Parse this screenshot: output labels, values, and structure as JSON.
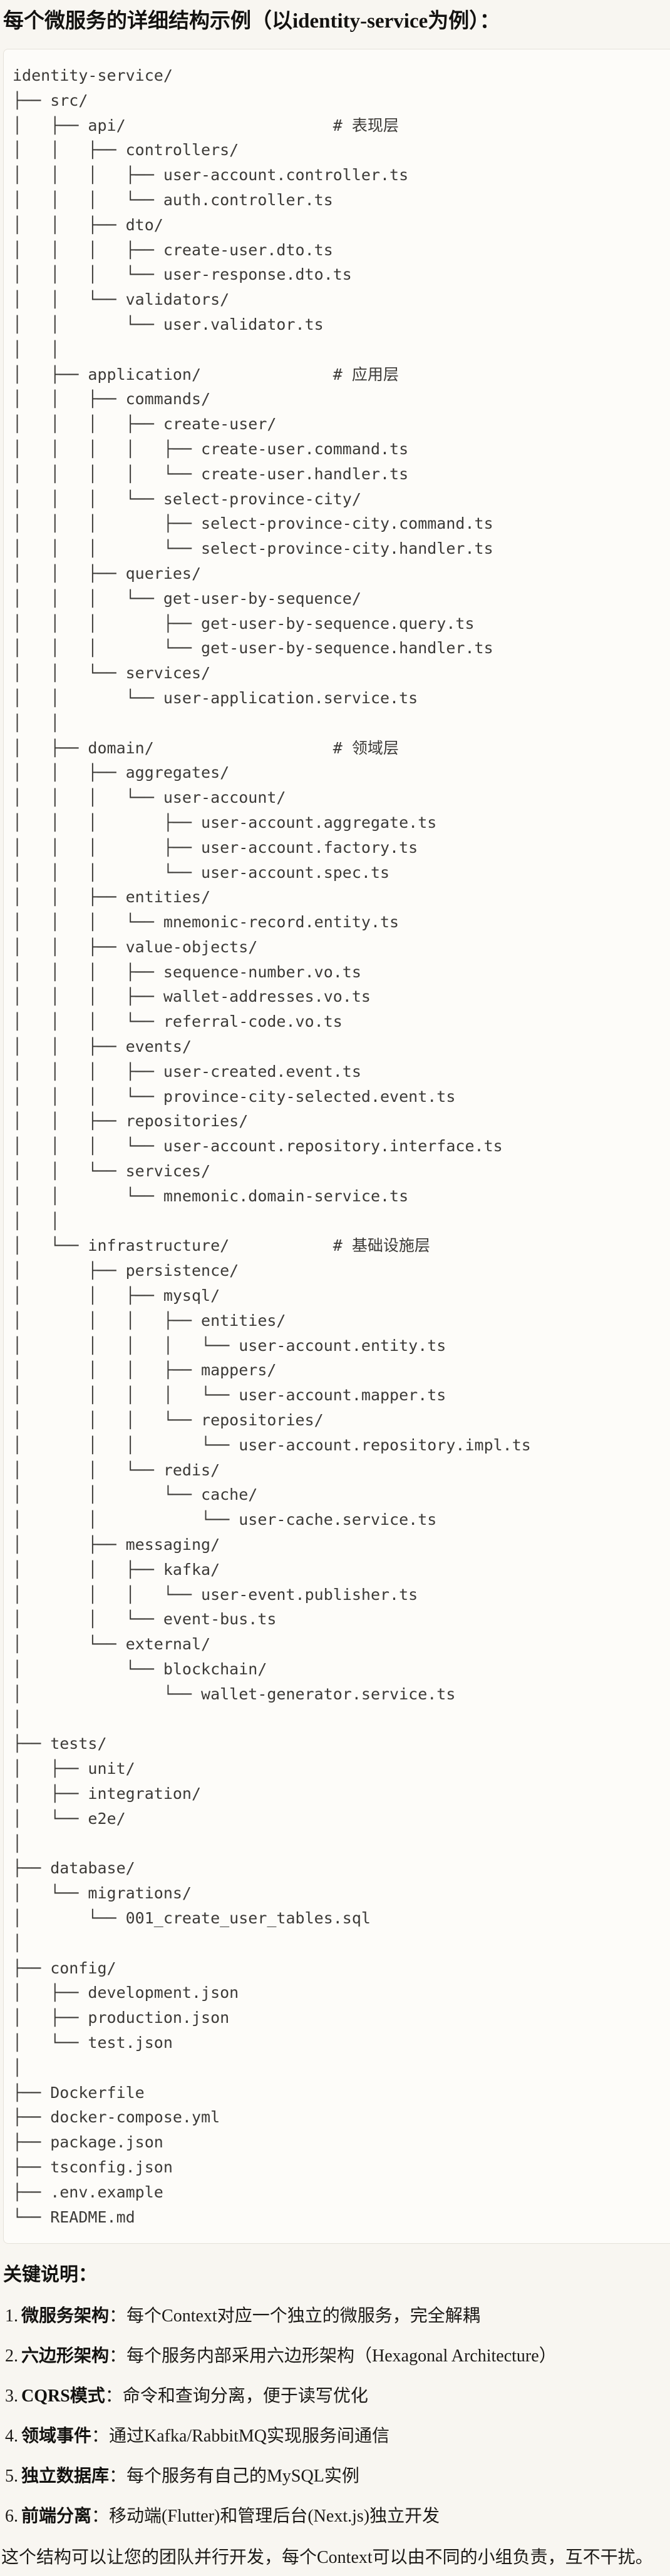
{
  "title": "每个微服务的详细结构示例（以identity-service为例）：",
  "colors": {
    "page_bg": "#f8f6f1",
    "code_bg": "#fdfcf9",
    "border": "#e5e2da",
    "tree_text": "#3c3a37",
    "body_text": "#1c1a17"
  },
  "directory_tree": {
    "lines": [
      "identity-service/",
      "├── src/",
      "│   ├── api/                      # 表现层",
      "│   │   ├── controllers/",
      "│   │   │   ├── user-account.controller.ts",
      "│   │   │   └── auth.controller.ts",
      "│   │   ├── dto/",
      "│   │   │   ├── create-user.dto.ts",
      "│   │   │   └── user-response.dto.ts",
      "│   │   └── validators/",
      "│   │       └── user.validator.ts",
      "│   │",
      "│   ├── application/              # 应用层",
      "│   │   ├── commands/",
      "│   │   │   ├── create-user/",
      "│   │   │   │   ├── create-user.command.ts",
      "│   │   │   │   └── create-user.handler.ts",
      "│   │   │   └── select-province-city/",
      "│   │   │       ├── select-province-city.command.ts",
      "│   │   │       └── select-province-city.handler.ts",
      "│   │   ├── queries/",
      "│   │   │   └── get-user-by-sequence/",
      "│   │   │       ├── get-user-by-sequence.query.ts",
      "│   │   │       └── get-user-by-sequence.handler.ts",
      "│   │   └── services/",
      "│   │       └── user-application.service.ts",
      "│   │",
      "│   ├── domain/                   # 领域层",
      "│   │   ├── aggregates/",
      "│   │   │   └── user-account/",
      "│   │   │       ├── user-account.aggregate.ts",
      "│   │   │       ├── user-account.factory.ts",
      "│   │   │       └── user-account.spec.ts",
      "│   │   ├── entities/",
      "│   │   │   └── mnemonic-record.entity.ts",
      "│   │   ├── value-objects/",
      "│   │   │   ├── sequence-number.vo.ts",
      "│   │   │   ├── wallet-addresses.vo.ts",
      "│   │   │   └── referral-code.vo.ts",
      "│   │   ├── events/",
      "│   │   │   ├── user-created.event.ts",
      "│   │   │   └── province-city-selected.event.ts",
      "│   │   ├── repositories/",
      "│   │   │   └── user-account.repository.interface.ts",
      "│   │   └── services/",
      "│   │       └── mnemonic.domain-service.ts",
      "│   │",
      "│   └── infrastructure/           # 基础设施层",
      "│       ├── persistence/",
      "│       │   ├── mysql/",
      "│       │   │   ├── entities/",
      "│       │   │   │   └── user-account.entity.ts",
      "│       │   │   ├── mappers/",
      "│       │   │   │   └── user-account.mapper.ts",
      "│       │   │   └── repositories/",
      "│       │   │       └── user-account.repository.impl.ts",
      "│       │   └── redis/",
      "│       │       └── cache/",
      "│       │           └── user-cache.service.ts",
      "│       ├── messaging/",
      "│       │   ├── kafka/",
      "│       │   │   └── user-event.publisher.ts",
      "│       │   └── event-bus.ts",
      "│       └── external/",
      "│           └── blockchain/",
      "│               └── wallet-generator.service.ts",
      "│",
      "├── tests/",
      "│   ├── unit/",
      "│   ├── integration/",
      "│   └── e2e/",
      "│",
      "├── database/",
      "│   └── migrations/",
      "│       └── 001_create_user_tables.sql",
      "│",
      "├── config/",
      "│   ├── development.json",
      "│   ├── production.json",
      "│   └── test.json",
      "│",
      "├── Dockerfile",
      "├── docker-compose.yml",
      "├── package.json",
      "├── tsconfig.json",
      "├── .env.example",
      "└── README.md"
    ]
  },
  "notes": {
    "heading": "关键说明：",
    "items": [
      {
        "num": "1.",
        "term": "微服务架构",
        "sep": "：",
        "desc": "每个Context对应一个独立的微服务，完全解耦"
      },
      {
        "num": "2.",
        "term": "六边形架构",
        "sep": "：",
        "desc": "每个服务内部采用六边形架构（Hexagonal Architecture）"
      },
      {
        "num": "3.",
        "term": "CQRS模式",
        "sep": "：",
        "desc": "命令和查询分离，便于读写优化"
      },
      {
        "num": "4.",
        "term": "领域事件",
        "sep": "：",
        "desc": "通过Kafka/RabbitMQ实现服务间通信"
      },
      {
        "num": "5.",
        "term": "独立数据库",
        "sep": "：",
        "desc": "每个服务有自己的MySQL实例"
      },
      {
        "num": "6.",
        "term": "前端分离",
        "sep": "：",
        "desc": "移动端(Flutter)和管理后台(Next.js)独立开发"
      }
    ],
    "footer": "这个结构可以让您的团队并行开发，每个Context可以由不同的小组负责，互不干扰。"
  }
}
